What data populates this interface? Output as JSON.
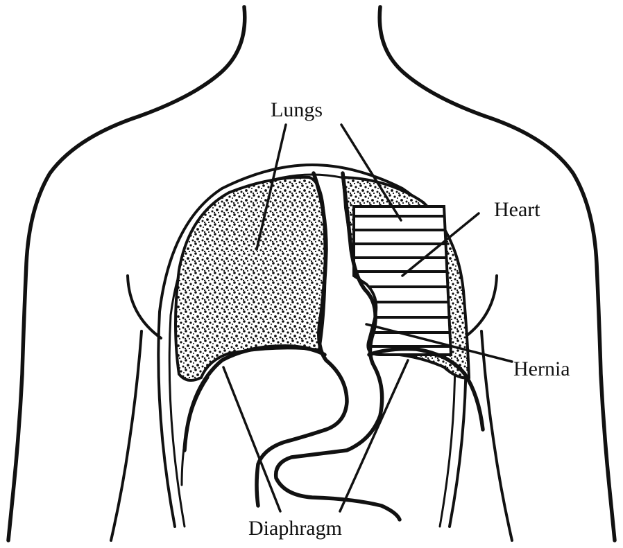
{
  "labels": {
    "lungs": "Lungs",
    "heart": "Heart",
    "hernia": "Hernia",
    "diaphragm": "Diaphragm"
  },
  "colors": {
    "ink": "#111111",
    "background": "#ffffff"
  }
}
